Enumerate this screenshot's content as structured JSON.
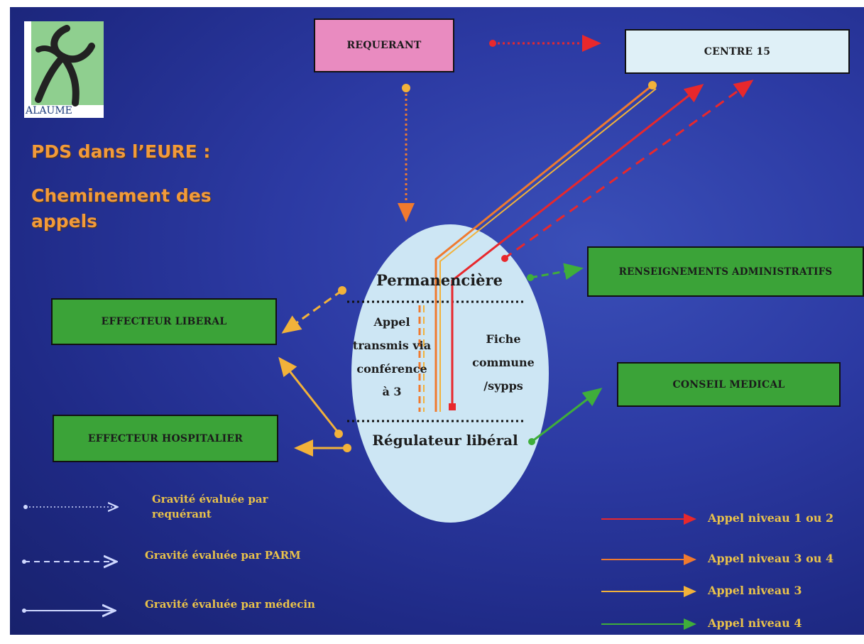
{
  "logo": {
    "text": "ALAUME"
  },
  "title": {
    "line1": "PDS dans l’EURE :",
    "line2": "Cheminement des",
    "line3": "appels"
  },
  "boxes": {
    "requerant": "REQUERANT",
    "centre15": "CENTRE 15",
    "renseignements": "RENSEIGNEMENTS ADMINISTRATIFS",
    "effecteur_liberal": "EFFECTEUR LIBERAL",
    "effecteur_hospitalier": "EFFECTEUR HOSPITALIER",
    "conseil_medical": "CONSEIL MEDICAL"
  },
  "ellipse": {
    "permanenciere": "Permanencière",
    "appel_lines": [
      "Appel",
      "transmis via",
      "conférence",
      "à 3"
    ],
    "fiche_lines": [
      "Fiche",
      "commune",
      "/sypps"
    ],
    "regulateur": "Régulateur libéral"
  },
  "legend_left": [
    {
      "text": "Gravité évaluée par requérant",
      "style": "dotted"
    },
    {
      "text": "Gravité évaluée par PARM",
      "style": "dashed"
    },
    {
      "text": "Gravité évaluée par médecin",
      "style": "solid"
    }
  ],
  "legend_right": [
    {
      "text": "Appel niveau 1 ou 2",
      "color": "#e8282c"
    },
    {
      "text": "Appel niveau 3 ou 4",
      "color": "#f07a2e"
    },
    {
      "text": "Appel niveau 3",
      "color": "#f2b23a"
    },
    {
      "text": "Appel niveau 4",
      "color": "#3fae3a"
    }
  ],
  "colors": {
    "red": "#e8282c",
    "orange": "#f07a2e",
    "yellow": "#f2b23a",
    "green": "#3fae3a",
    "pink_box": "#e98bc0",
    "light_box": "#dff0f7",
    "ellipse": "#cde6f4"
  }
}
